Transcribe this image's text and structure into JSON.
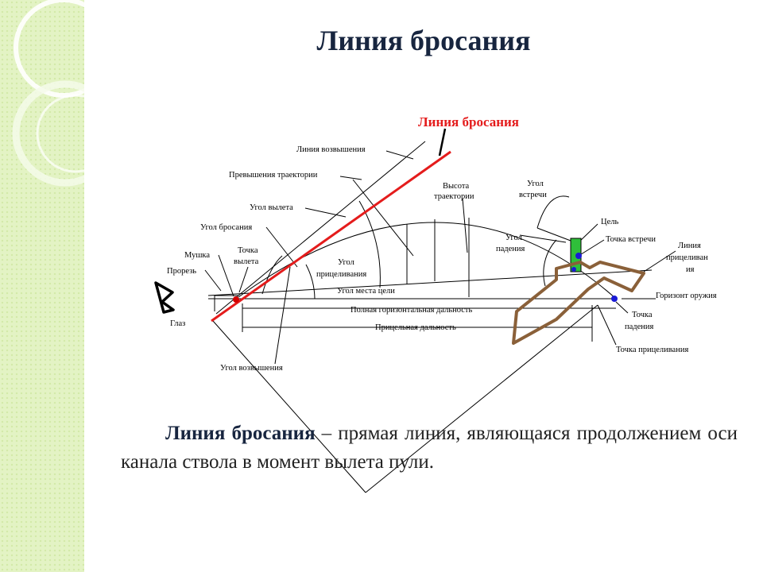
{
  "title": "Линия бросания",
  "definition": {
    "term": "Линия бросания",
    "text": " – прямая линия, являющаяся продолжением оси канала ствола в момент вылета пули."
  },
  "diagram": {
    "heading": "Линия бросания",
    "labels": {
      "liniya_vozvysheniya": "Линия возвышения",
      "prevysheniya": "Превышения траектории",
      "vysota_l1": "Высота",
      "vysota_l2": "траектории",
      "ugol_vstrechi_l1": "Угол",
      "ugol_vstrechi_l2": "встречи",
      "ugol_vyleta": "Угол вылета",
      "tsel": "Цель",
      "ugol_brosaniya": "Угол бросания",
      "ugol_padeniya_l1": "Угол",
      "ugol_padeniya_l2": "падения",
      "tochka_vstrechi": "Точка встречи",
      "mushka": "Мушка",
      "tochka_vyleta_l1": "Точка",
      "tochka_vyleta_l2": "вылета",
      "liniya_pric_l1": "Линия",
      "liniya_pric_l2": "прицеливан",
      "liniya_pric_l3": "ия",
      "prorez": "Прорезь",
      "ugol_pric_l1": "Угол",
      "ugol_pric_l2": "прицеливания",
      "ugol_mesta": "Угол места цели",
      "gorizont": "Горизонт оружия",
      "polnaya": "Полная горизонтальная дальность",
      "tochka_padeniya_l1": "Точка",
      "tochka_padeniya_l2": "падения",
      "glaz": "Глаз",
      "pricelnaya": "Прицельная дальность",
      "tochka_pricel": "Точка прицеливания",
      "ugol_vozvysheniya": "Угол возвышения"
    }
  },
  "colors": {
    "title": "#17253f",
    "throw_line": "#e41c1c",
    "target": "#2fbf3a",
    "figure": "#8a6039",
    "marker_red": "#d20000",
    "marker_blue": "#1a1ad6",
    "band": "#e3f3c4"
  }
}
